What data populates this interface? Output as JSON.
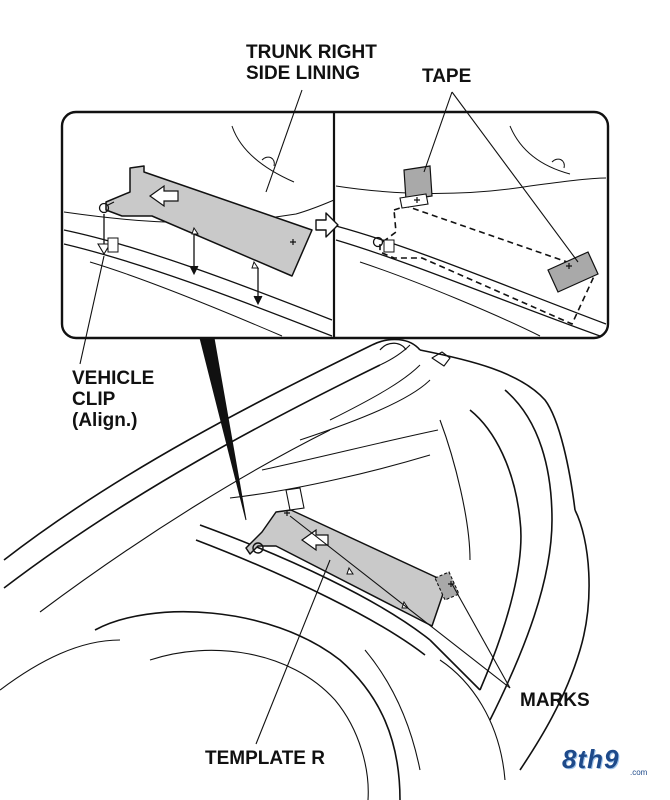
{
  "labels": {
    "trunk_right_side_lining_line1": "TRUNK RIGHT",
    "trunk_right_side_lining_line2": "SIDE LINING",
    "tape": "TAPE",
    "vehicle_clip_line1": "VEHICLE",
    "vehicle_clip_line2": "CLIP",
    "vehicle_clip_line3": "(Align.)",
    "marks": "MARKS",
    "template_r": "TEMPLATE R"
  },
  "logo": {
    "text": "8th9",
    "sub": ".com"
  },
  "colors": {
    "line": "#111111",
    "template_fill": "#c9c9c9",
    "tape_fill": "#a9a9a9",
    "logo": "#1e4a8a"
  },
  "icons": [
    "arrow-right-icon",
    "template-arrow-icon"
  ]
}
